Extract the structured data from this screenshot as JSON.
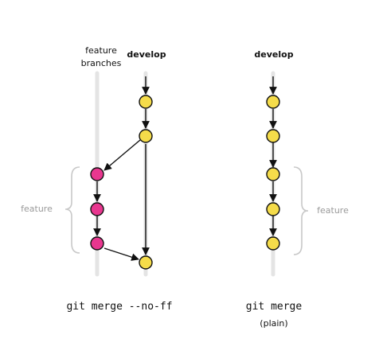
{
  "labels": {
    "feature_branches": "feature\nbranches",
    "develop_left": "develop",
    "develop_right": "develop",
    "feature_left": "feature",
    "feature_right": "feature",
    "caption_left": "git merge --no-ff",
    "caption_right": "git merge",
    "caption_right_sub": "(plain)"
  },
  "colors": {
    "develop_commit": "#f5dc4a",
    "feature_commit": "#e8378f",
    "stroke": "#111111",
    "lane": "#e4e4e4",
    "brace": "#c8c8c8"
  }
}
